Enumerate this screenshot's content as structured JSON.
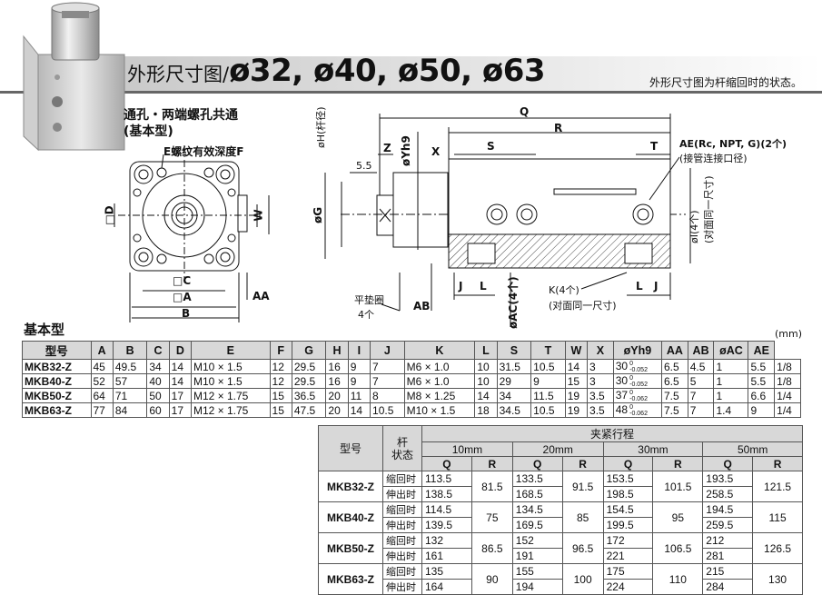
{
  "header": {
    "title_prefix": "外形尺寸图/",
    "title_sizes": "ø32, ø40, ø50, ø63",
    "note": "外形尺寸图为杆缩回时的状态。"
  },
  "front_view": {
    "subtitle_line1": "通孔・两端螺孔共通",
    "subtitle_line2": "(基本型)",
    "labels": {
      "E": "E螺纹有效深度F",
      "D": "□D",
      "W": "W",
      "C": "□C",
      "A": "□A",
      "AA": "AA",
      "B": "B"
    }
  },
  "side_view": {
    "labels": {
      "Q": "Q",
      "R": "R",
      "Z": "Z",
      "X": "X",
      "S": "S",
      "T": "T",
      "H": "øH(杆径)",
      "Yh9": "øYh9",
      "v55": "5.5",
      "G": "øG",
      "AE": "AE(Rc, NPT, G)(2个)",
      "AE_sub": "(接管连接口径)",
      "I": "øI(4个)",
      "I_sub": "(对面同一尺寸)",
      "J": "J",
      "L": "L",
      "K": "K(4个)",
      "K_sub": "(对面同一尺寸)",
      "washer": "平垫圈",
      "washer_count": "4个",
      "AB": "AB",
      "AC": "øAC(4个)"
    }
  },
  "dims_table": {
    "section_title": "基本型",
    "unit": "(mm)",
    "headers": [
      "型号",
      "A",
      "B",
      "C",
      "D",
      "E",
      "F",
      "G",
      "H",
      "I",
      "J",
      "K",
      "L",
      "S",
      "T",
      "W",
      "X",
      "øYh9",
      "AA",
      "AB",
      "øAC",
      "AE"
    ],
    "rows": [
      {
        "model": "MKB32-Z",
        "cells": [
          "45",
          "49.5",
          "34",
          "14",
          "M10 × 1.5",
          "12",
          "29.5",
          "16",
          "9",
          "7",
          "M6 × 1.0",
          "10",
          "31.5",
          "10.5",
          "14",
          "3"
        ],
        "yh9": "30",
        "tol_top": "0",
        "tol_bot": "-0.052",
        "tail": [
          "6.5",
          "4.5",
          "1",
          "5.5",
          "1/8"
        ]
      },
      {
        "model": "MKB40-Z",
        "cells": [
          "52",
          "57",
          "40",
          "14",
          "M10 × 1.5",
          "12",
          "29.5",
          "16",
          "9",
          "7",
          "M6 × 1.0",
          "10",
          "29",
          "9",
          "15",
          "3"
        ],
        "yh9": "30",
        "tol_top": "0",
        "tol_bot": "-0.052",
        "tail": [
          "6.5",
          "5",
          "1",
          "5.5",
          "1/8"
        ]
      },
      {
        "model": "MKB50-Z",
        "cells": [
          "64",
          "71",
          "50",
          "17",
          "M12 × 1.75",
          "15",
          "36.5",
          "20",
          "11",
          "8",
          "M8 × 1.25",
          "14",
          "34",
          "11.5",
          "19",
          "3.5"
        ],
        "yh9": "37",
        "tol_top": "0",
        "tol_bot": "-0.062",
        "tail": [
          "7.5",
          "7",
          "1",
          "6.6",
          "1/4"
        ]
      },
      {
        "model": "MKB63-Z",
        "cells": [
          "77",
          "84",
          "60",
          "17",
          "M12 × 1.75",
          "15",
          "47.5",
          "20",
          "14",
          "10.5",
          "M10 × 1.5",
          "18",
          "34.5",
          "10.5",
          "19",
          "3.5"
        ],
        "yh9": "48",
        "tol_top": "0",
        "tol_bot": "-0.062",
        "tail": [
          "7.5",
          "7",
          "1.4",
          "9",
          "1/4"
        ]
      }
    ]
  },
  "stroke_table": {
    "h_model": "型号",
    "h_state": "杆\n状态",
    "h_stroke": "夹紧行程",
    "strokes": [
      "10mm",
      "20mm",
      "30mm",
      "50mm"
    ],
    "q": "Q",
    "r": "R",
    "retract": "缩回时",
    "extend": "伸出时",
    "rows": [
      {
        "model": "MKB32-Z",
        "retract": [
          "113.5",
          "133.5",
          "153.5",
          "193.5"
        ],
        "extend": [
          "138.5",
          "168.5",
          "198.5",
          "258.5"
        ],
        "r": [
          "81.5",
          "91.5",
          "101.5",
          "121.5"
        ]
      },
      {
        "model": "MKB40-Z",
        "retract": [
          "114.5",
          "134.5",
          "154.5",
          "194.5"
        ],
        "extend": [
          "139.5",
          "169.5",
          "199.5",
          "259.5"
        ],
        "r": [
          "75",
          "85",
          "95",
          "115"
        ]
      },
      {
        "model": "MKB50-Z",
        "retract": [
          "132",
          "152",
          "172",
          "212"
        ],
        "extend": [
          "161",
          "191",
          "221",
          "281"
        ],
        "r": [
          "86.5",
          "96.5",
          "106.5",
          "126.5"
        ]
      },
      {
        "model": "MKB63-Z",
        "retract": [
          "135",
          "155",
          "175",
          "215"
        ],
        "extend": [
          "164",
          "194",
          "224",
          "284"
        ],
        "r": [
          "90",
          "100",
          "110",
          "130"
        ]
      }
    ]
  }
}
